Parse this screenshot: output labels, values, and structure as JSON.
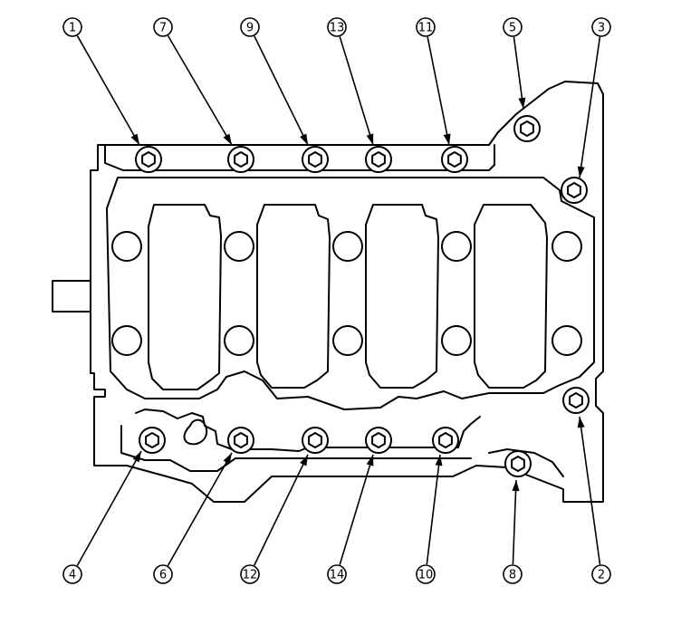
{
  "diagram": {
    "callouts": [
      {
        "id": "c1",
        "label": "1"
      },
      {
        "id": "c7",
        "label": "7"
      },
      {
        "id": "c9",
        "label": "9"
      },
      {
        "id": "c13",
        "label": "13"
      },
      {
        "id": "c11",
        "label": "11"
      },
      {
        "id": "c5",
        "label": "5"
      },
      {
        "id": "c3",
        "label": "3"
      },
      {
        "id": "c4",
        "label": "4"
      },
      {
        "id": "c6",
        "label": "6"
      },
      {
        "id": "c12",
        "label": "12"
      },
      {
        "id": "c14",
        "label": "14"
      },
      {
        "id": "c10",
        "label": "10"
      },
      {
        "id": "c8",
        "label": "8"
      },
      {
        "id": "c2",
        "label": "2"
      }
    ],
    "colors": {
      "line": "#000000",
      "background": "#ffffff"
    }
  }
}
